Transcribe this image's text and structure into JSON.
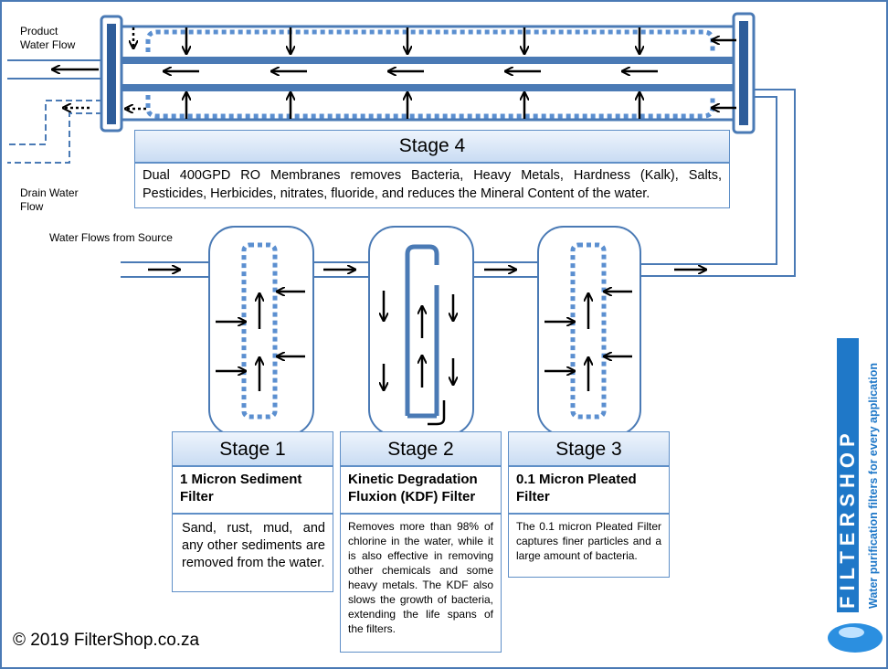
{
  "labels": {
    "product_flow": "Product\nWater Flow",
    "drain_flow": "Drain Water\nFlow",
    "source_flow": "Water Flows from Source"
  },
  "stage4": {
    "title": "Stage 4",
    "description": "Dual 400GPD RO Membranes removes Bacteria, Heavy Metals, Hardness (Kalk), Salts, Pesticides, Herbicides, nitrates, fluoride, and reduces the Mineral Content of the water."
  },
  "stages": [
    {
      "title": "Stage 1",
      "subtitle": "1 Micron Sediment Filter",
      "description": "Sand, rust, mud, and any other sediments are removed from the water."
    },
    {
      "title": "Stage 2",
      "subtitle": "Kinetic Degradation Fluxion (KDF) Filter",
      "description": "Removes more than 98% of chlorine in the water, while it is also effective in removing other chemicals and some heavy metals. The KDF also slows the growth of bacteria, extending the life spans of the filters."
    },
    {
      "title": "Stage 3",
      "subtitle": "0.1 Micron Pleated Filter",
      "description": "The 0.1 micron Pleated Filter captures finer particles and a large amount of bacteria."
    }
  ],
  "footer": {
    "copyright": "© 2019 FilterShop.co.za"
  },
  "brand": {
    "name": "FILTERSHOP",
    "tagline": "Water purification filters for every application"
  },
  "colors": {
    "pipe": "#4a7ab5",
    "dots": "#5b8fd0",
    "header": "#c9dcf3"
  }
}
